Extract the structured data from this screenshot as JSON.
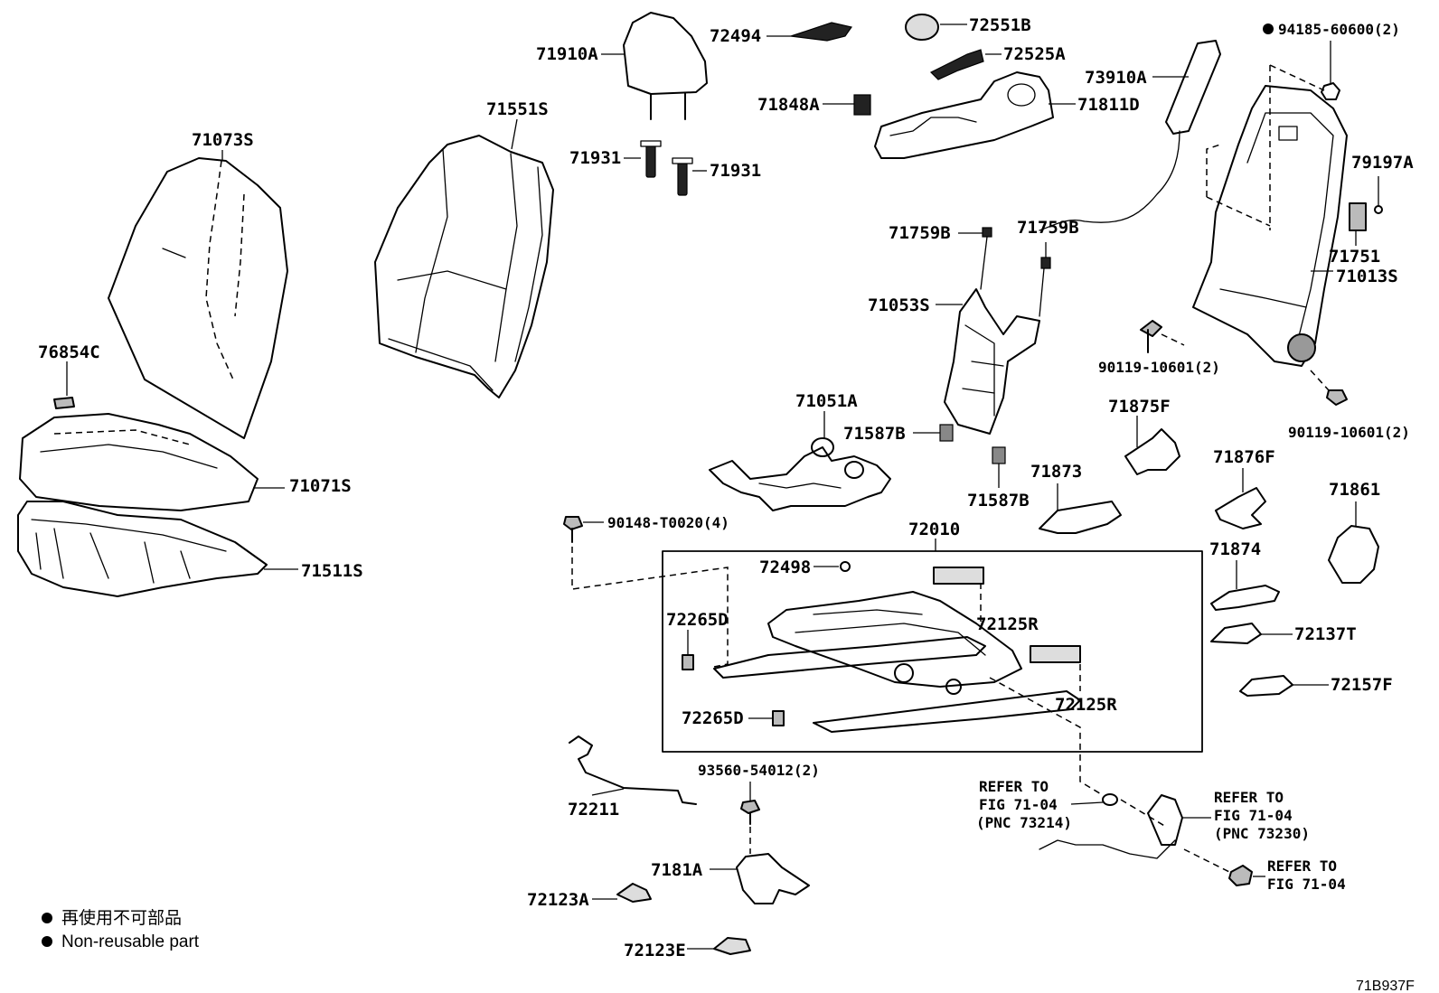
{
  "labels": {
    "p71073S": "71073S",
    "p76854C": "76854C",
    "p71071S": "71071S",
    "p71511S": "71511S",
    "p71551S": "71551S",
    "p71910A": "71910A",
    "p71931a": "71931",
    "p71931b": "71931",
    "p72494": "72494",
    "p72551B": "72551B",
    "p72525A": "72525A",
    "p71848A": "71848A",
    "p71811D": "71811D",
    "p73910A": "73910A",
    "p94185": "94185-60600(2)",
    "p79197A": "79197A",
    "p71751": "71751",
    "p71013S": "71013S",
    "p90119a": "90119-10601(2)",
    "p90119b": "90119-10601(2)",
    "p71759Ba": "71759B",
    "p71759Bb": "71759B",
    "p71053S": "71053S",
    "p71051A": "71051A",
    "p71587Ba": "71587B",
    "p71587Bb": "71587B",
    "p71875F": "71875F",
    "p71873": "71873",
    "p71876F": "71876F",
    "p71861": "71861",
    "p72010": "72010",
    "p90148": "90148-T0020(4)",
    "p72498": "72498",
    "p72265Da": "72265D",
    "p72265Db": "72265D",
    "p72125Ra": "72125R",
    "p72125Rb": "72125R",
    "p71874": "71874",
    "p72137T": "72137T",
    "p72157F": "72157F",
    "p72211": "72211",
    "p93560": "93560-54012(2)",
    "p7181A": "7181A",
    "p72123A": "72123A",
    "p72123E": "72123E",
    "ref1_line1": "REFER TO",
    "ref1_line2": "FIG 71-04",
    "ref1_line3": "(PNC 73214)",
    "ref2_line1": "REFER TO",
    "ref2_line2": "FIG 71-04",
    "ref2_line3": "(PNC 73230)",
    "ref3_line1": "REFER TO",
    "ref3_line2": "FIG 71-04"
  },
  "legend": {
    "jp": "再使用不可部品",
    "en": "Non-reusable part"
  },
  "diagram_code": "71B937F"
}
